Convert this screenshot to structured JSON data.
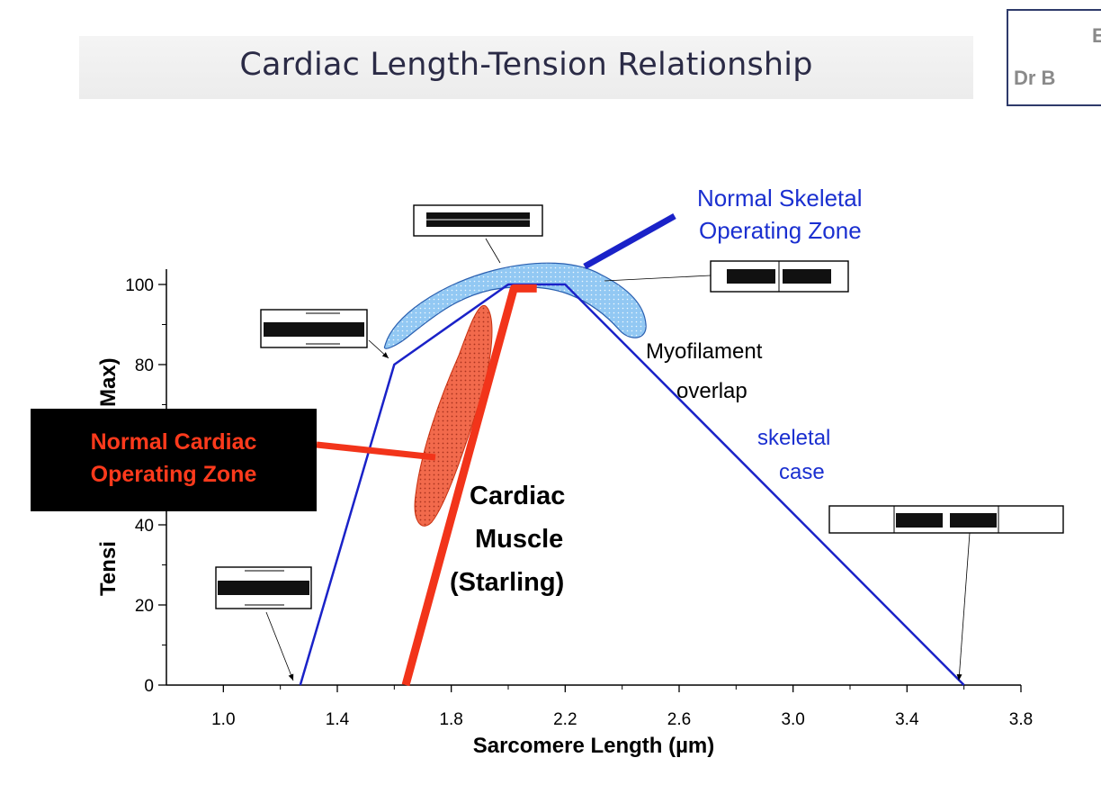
{
  "slide": {
    "title": "Cardiac Length-Tension Relationship",
    "corner_line1": "E",
    "corner_line2": "Dr B"
  },
  "chart_data": {
    "type": "line",
    "xlabel": "Sarcomere Length (µm)",
    "ylabel_visible": "Tensi",
    "ylabel_visible_top": "Max)",
    "xlim": [
      0.8,
      3.8
    ],
    "ylim": [
      0,
      100
    ],
    "x_ticks": [
      1.0,
      1.4,
      1.8,
      2.2,
      2.6,
      3.0,
      3.4,
      3.8
    ],
    "x_tick_labels": [
      "1.0",
      "1.4",
      "1.8",
      "2.2",
      "2.6",
      "3.0",
      "3.4",
      "3.8"
    ],
    "y_ticks": [
      0,
      20,
      40,
      60,
      80,
      100
    ],
    "y_tick_labels": [
      "0",
      "20",
      "40",
      "",
      "80",
      "100"
    ],
    "series": [
      {
        "color": "#1a22c8",
        "x": [
          1.27,
          1.6,
          2.0,
          2.2,
          3.6
        ],
        "y": [
          0,
          80,
          100,
          100,
          0
        ]
      },
      {
        "color": "#f2341a",
        "x": [
          1.64,
          2.02,
          2.1
        ],
        "y": [
          0,
          99,
          99
        ]
      }
    ],
    "zones": [
      {
        "color": "#8fc6f2",
        "x": [
          1.55,
          2.52
        ],
        "y": [
          85,
          106
        ]
      },
      {
        "color": "#f06a4a",
        "x": [
          1.7,
          1.94
        ],
        "y": [
          40,
          95
        ]
      }
    ],
    "annotations": {
      "skeletal_zone": [
        "Normal Skeletal",
        "Operating Zone"
      ],
      "myofilament": [
        "Myofilament",
        "overlap"
      ],
      "skeletal_case": [
        "skeletal",
        "case"
      ],
      "cardiac_muscle": [
        "Cardiac",
        "Muscle",
        "(Starling)"
      ],
      "cardiac_zone": [
        "Normal Cardiac",
        "Operating Zone"
      ]
    }
  },
  "colors": {
    "skeletal_line": "#1a22c8",
    "cardiac_line": "#f2341a",
    "skeletal_zone_fill": "#8fc6f2",
    "cardiac_zone_fill": "#f06a4a",
    "annotation_blue": "#1a2fd0",
    "label_box_bg": "#000000",
    "label_box_text": "#ff3a1c"
  }
}
